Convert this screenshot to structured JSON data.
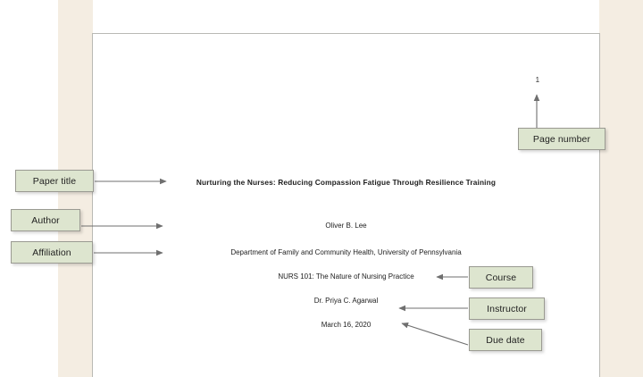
{
  "document": {
    "page_number": "1",
    "title": "Nurturing the Nurses: Reducing Compassion Fatigue Through Resilience Training",
    "author": "Oliver B. Lee",
    "affiliation": "Department of Family and Community Health, University of Pennsylvania",
    "course": "NURS 101: The Nature of Nursing Practice",
    "instructor": "Dr. Priya C. Agarwal",
    "due_date": "March 16, 2020"
  },
  "callouts": {
    "paper_title": "Paper title",
    "author": "Author",
    "affiliation": "Affiliation",
    "page_number": "Page number",
    "course": "Course",
    "instructor": "Instructor",
    "due_date": "Due date"
  },
  "colors": {
    "callout_fill": "#dde5cf",
    "callout_border": "#9a9a92",
    "arrow": "#6f6f6f",
    "page_background": "#f4ede2",
    "sheet": "#ffffff",
    "sheet_border": "#b9b9b4",
    "text": "#1d1d1d"
  }
}
